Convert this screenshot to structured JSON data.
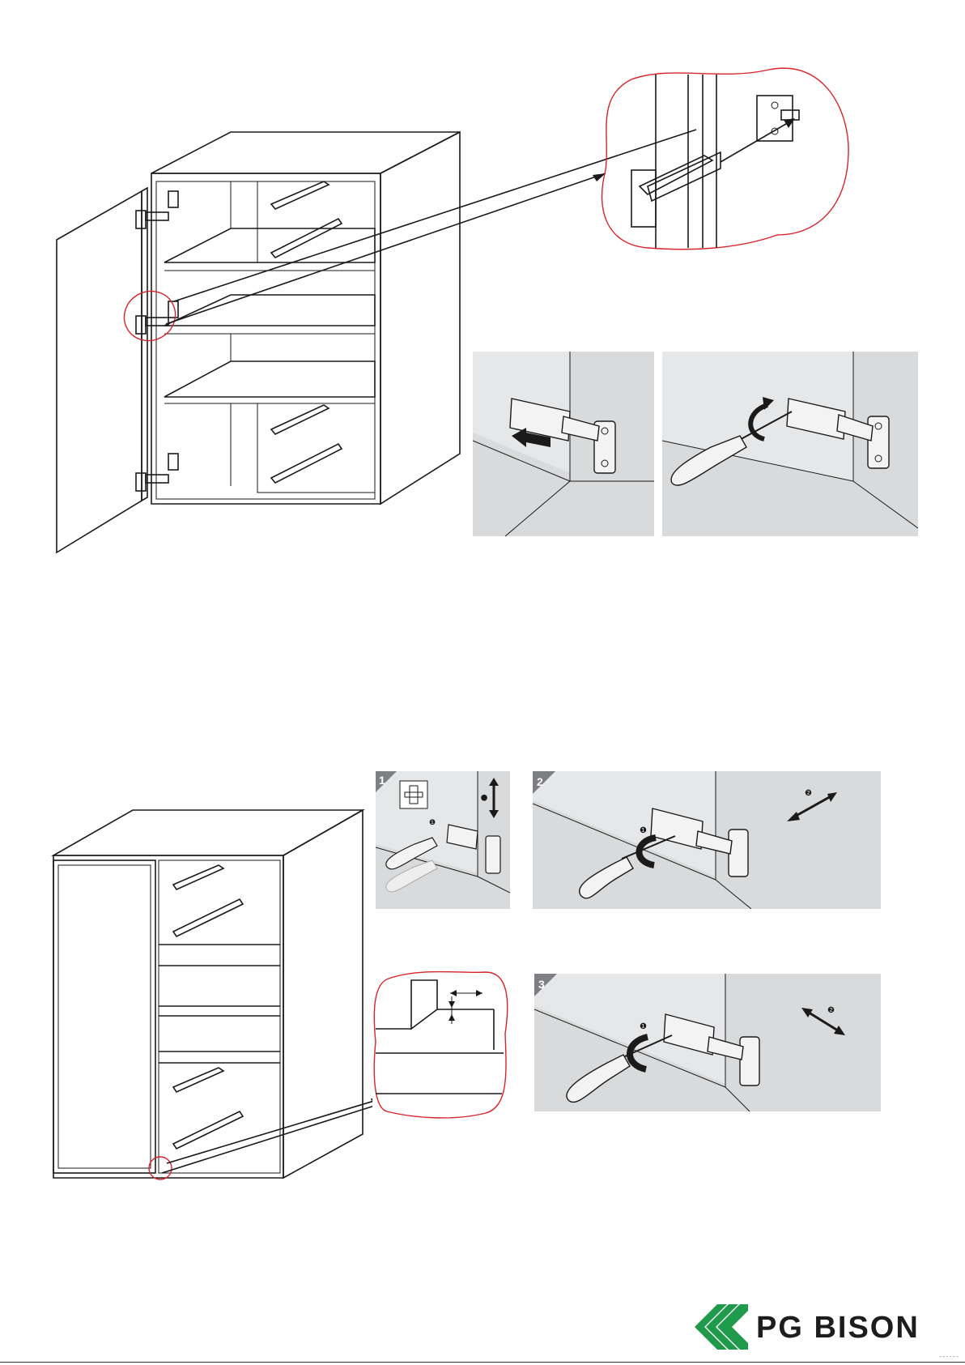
{
  "brand": {
    "name": "PG BISON",
    "primary_color": "#1f9a4a",
    "text_color": "#1d1d1b"
  },
  "figure_top": {
    "hinge_adjust_panels": [
      "slide-hinge-onto-plate",
      "tighten-screw"
    ]
  },
  "figure_bottom": {
    "steps": [
      {
        "number": "1"
      },
      {
        "number": "2"
      },
      {
        "number": "3"
      }
    ],
    "callout_marks": [
      "❶",
      "❷"
    ]
  },
  "highlight_color": "#d8242b",
  "footer": {
    "mark": "- - - - - -"
  }
}
